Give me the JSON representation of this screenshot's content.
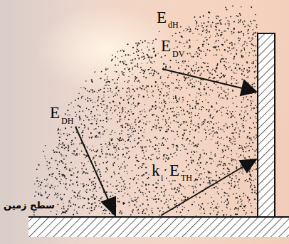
{
  "diagram": {
    "labels": [
      "E",
      "dH",
      "E",
      "DV",
      "E",
      "DH",
      "k",
      "i",
      "E",
      "TH",
      "سطح زمین"
    ]
  }
}
